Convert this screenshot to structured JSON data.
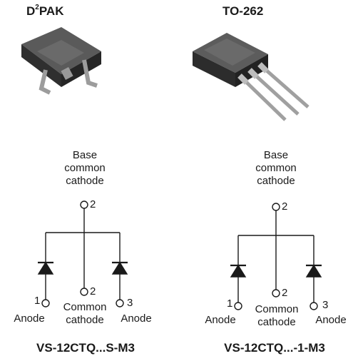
{
  "left": {
    "package_prefix": "D",
    "package_sup": "2",
    "package_suffix": "PAK",
    "top_label_lines": [
      "Base",
      "common",
      "cathode"
    ],
    "top_pin": "2",
    "pin_left": "1",
    "pin_mid": "2",
    "pin_right": "3",
    "label_left": "Anode",
    "label_mid_lines": [
      "Common",
      "cathode"
    ],
    "label_right": "Anode",
    "part_number": "VS-12CTQ...S-M3"
  },
  "right": {
    "package_name": "TO-262",
    "top_label_lines": [
      "Base",
      "common",
      "cathode"
    ],
    "top_pin": "2",
    "pin_left": "1",
    "pin_mid": "2",
    "pin_right": "3",
    "label_left": "Anode",
    "label_mid_lines": [
      "Common",
      "cathode"
    ],
    "label_right": "Anode",
    "part_number": "VS-12CTQ...-1-M3"
  }
}
